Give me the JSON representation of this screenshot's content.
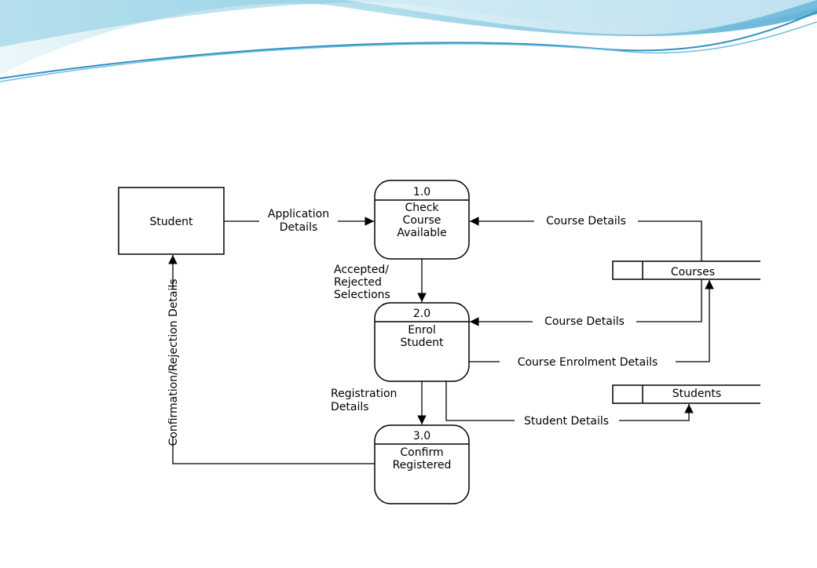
{
  "theme": {
    "background": "#ffffff",
    "wave_colors": [
      "#bfe6ef",
      "#8fd0e4",
      "#6fbfdc",
      "#2f8fc0"
    ],
    "line_color": "#000000"
  },
  "external_entity": {
    "label": "Student"
  },
  "processes": [
    {
      "number": "1.0",
      "lines": [
        "Check",
        "Course",
        "Available"
      ]
    },
    {
      "number": "2.0",
      "lines": [
        "Enrol",
        "Student"
      ]
    },
    {
      "number": "3.0",
      "lines": [
        "Confirm",
        "Registered"
      ]
    }
  ],
  "data_stores": [
    {
      "label": "Courses"
    },
    {
      "label": "Students"
    }
  ],
  "flows": {
    "application_details": [
      "Application",
      "Details"
    ],
    "course_details_1": "Course Details",
    "accepted_rejected": [
      "Accepted/",
      "Rejected",
      "Selections"
    ],
    "course_details_2": "Course Details",
    "course_enrolment_details": "Course Enrolment Details",
    "registration_details": [
      "Registration",
      "Details"
    ],
    "student_details": "Student Details",
    "confirmation_rejection": "Confirmation/Rejection Details"
  }
}
